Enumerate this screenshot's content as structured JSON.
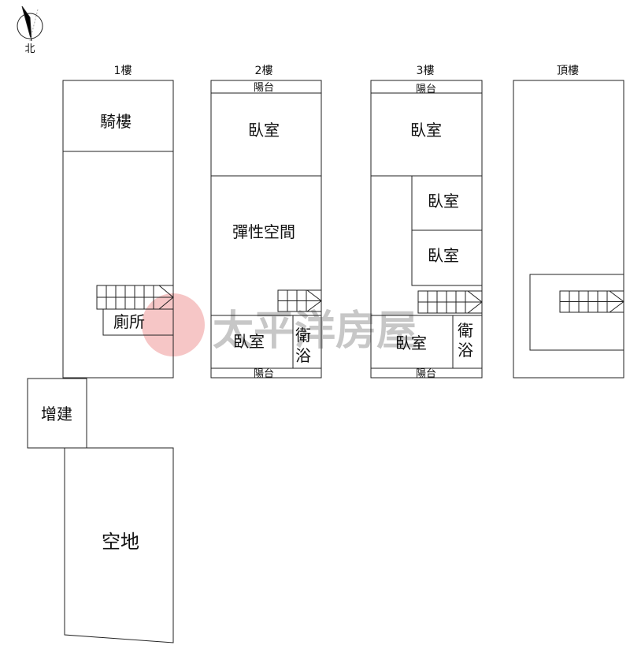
{
  "compass": {
    "label": "北"
  },
  "watermark": "太平洋房屋",
  "floors": {
    "f1": {
      "title": "1樓",
      "rooms": [
        "騎樓",
        "廁所"
      ]
    },
    "f2": {
      "title": "2樓",
      "rooms": [
        "陽台",
        "臥室",
        "彈性空間",
        "臥室",
        "衛",
        "浴",
        "陽台"
      ]
    },
    "f3": {
      "title": "3樓",
      "rooms": [
        "陽台",
        "臥室",
        "臥室",
        "臥室",
        "臥室",
        "衛",
        "浴",
        "陽台"
      ]
    },
    "roof": {
      "title": "頂樓"
    }
  },
  "extension": "增建",
  "open_land": "空地"
}
